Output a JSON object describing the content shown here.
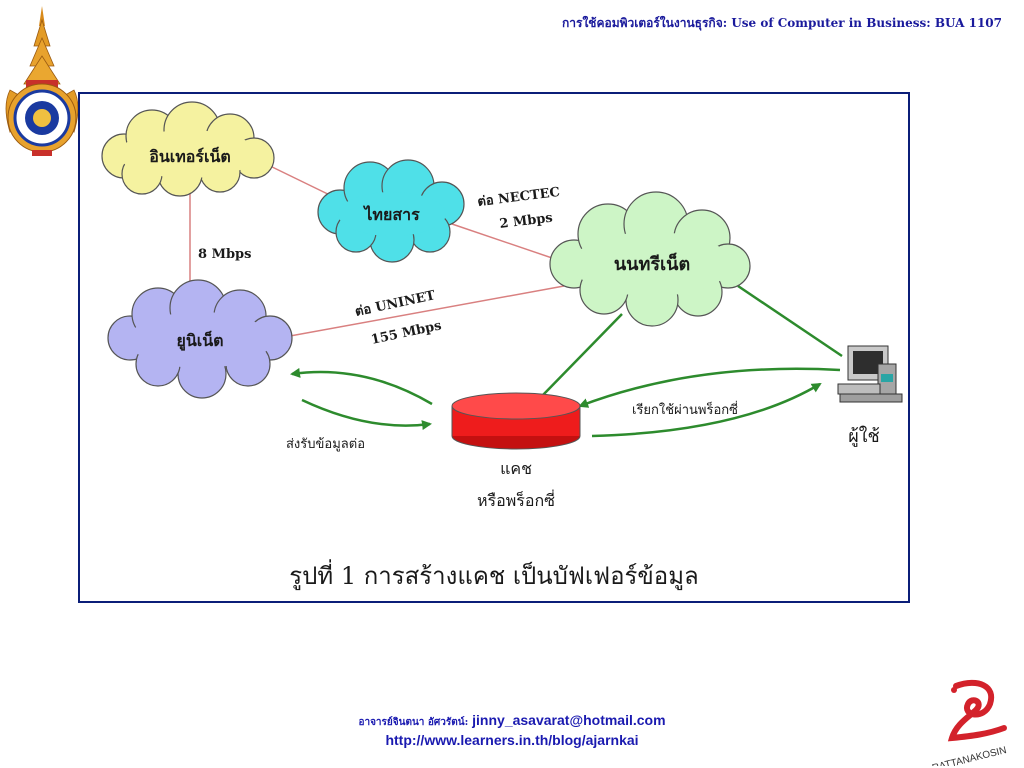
{
  "header": {
    "title": "การใช้คอมพิวเตอร์ในงานธุรกิจ: Use of Computer in Business: BUA 1107"
  },
  "diagram": {
    "nodes": {
      "internet": "อินเทอร์เน็ต",
      "thaisarn": "ไทยสาร",
      "nontri": "นนทรีเน็ต",
      "uninet": "ยูนิเน็ต",
      "cache_line1": "แคช",
      "cache_line2": "หรือพร็อกซี่",
      "user": "ผู้ใช้"
    },
    "links": {
      "internet_uninet": "8 Mbps",
      "nectec_line1": "ต่อ NECTEC",
      "nectec_line2": "2 Mbps",
      "uninet_line1": "ต่อ UNINET",
      "uninet_line2": "155 Mbps",
      "user_request": "เรียกใช้ผ่านพร็อกซี่",
      "forward_data": "ส่งรับข้อมูลต่อ"
    },
    "caption": "รูปที่ 1 การสร้างแคช เป็นบัฟเฟอร์ข้อมูล"
  },
  "footer": {
    "contact_name": "อาจารย์จินตนา อัศวรัตน์:",
    "email": "jinny_asavarat@hotmail.com",
    "url": "http://www.learners.in.th/blog/ajarnkai"
  },
  "colors": {
    "frame_border": "#0b1e78",
    "header_text": "#1a1a9c",
    "internet_cloud": "#f5f2a0",
    "thaisarn_cloud": "#4fe0e8",
    "nontri_cloud": "#cdf5c6",
    "uninet_cloud": "#b4b4f2",
    "cache_cylinder": "#ee1c1c",
    "red_link": "#d98080",
    "green_link": "#2d8b2d"
  }
}
